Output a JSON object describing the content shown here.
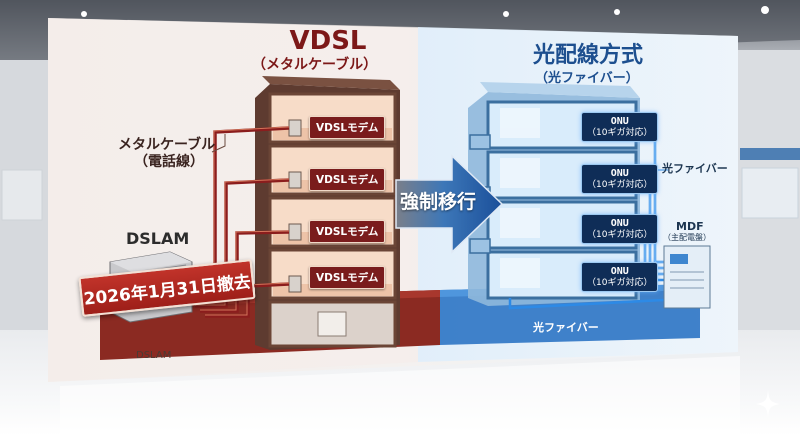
{
  "left": {
    "title": "VDSL",
    "subtitle": "（メタルケーブル）",
    "cable_label_line1": "メタルケーブル",
    "cable_label_line2": "（電話線）",
    "dslam_label": "DSLAM",
    "dslam_box_label": "DSLAM",
    "modem_labels": [
      "VDSLモデム",
      "VDSLモデム",
      "VDSLモデム",
      "VDSLモデム"
    ],
    "removal_banner": "2026年1月31日撤去"
  },
  "arrow": {
    "label": "強制移行"
  },
  "right": {
    "title": "光配線方式",
    "subtitle": "（光ファイバー）",
    "onu_units": [
      {
        "name": "ONU",
        "spec": "（10ギガ対応）"
      },
      {
        "name": "ONU",
        "spec": "（10ギガ対応）"
      },
      {
        "name": "ONU",
        "spec": "（10ギガ対応）"
      },
      {
        "name": "ONU",
        "spec": "（10ギガ対応）"
      }
    ],
    "fiber_label_side": "光ファイバー",
    "fiber_label_bottom": "光ファイバー",
    "mdf_label": "MDF",
    "mdf_sublabel": "（主配電盤）"
  },
  "colors": {
    "vdsl_red": "#8b1d1d",
    "fiber_blue": "#1e73c8",
    "banner_red": "#b3261e",
    "onu_navy": "#0f2d57"
  }
}
